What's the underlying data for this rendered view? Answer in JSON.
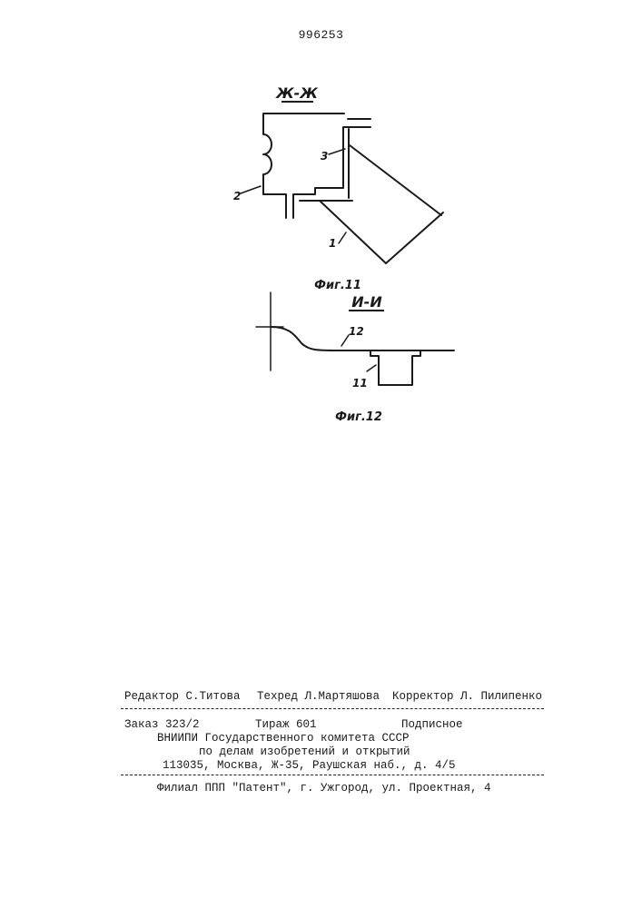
{
  "patent_number": "996253",
  "figure_11": {
    "section_label": "Ж-Ж",
    "caption": "Фиг.11",
    "labels": [
      "1",
      "2",
      "3"
    ]
  },
  "figure_12": {
    "section_label": "И-И",
    "caption": "Фиг.12",
    "labels": [
      "11",
      "12"
    ]
  },
  "footer": {
    "editor": "Редактор С.Титова",
    "techred": "Техред Л.Мартяшова",
    "corrector": "Корректор Л. Пилипенко",
    "order": "Заказ 323/2",
    "circulation": "Тираж 601",
    "subscription": "Подписное",
    "org_line1": "ВНИИПИ Государственного комитета СССР",
    "org_line2": "по делам изобретений и открытий",
    "address": "113035, Москва, Ж-35, Раушская наб., д. 4/5",
    "branch": "Филиал ППП \"Патент\", г. Ужгород, ул. Проектная, 4"
  }
}
